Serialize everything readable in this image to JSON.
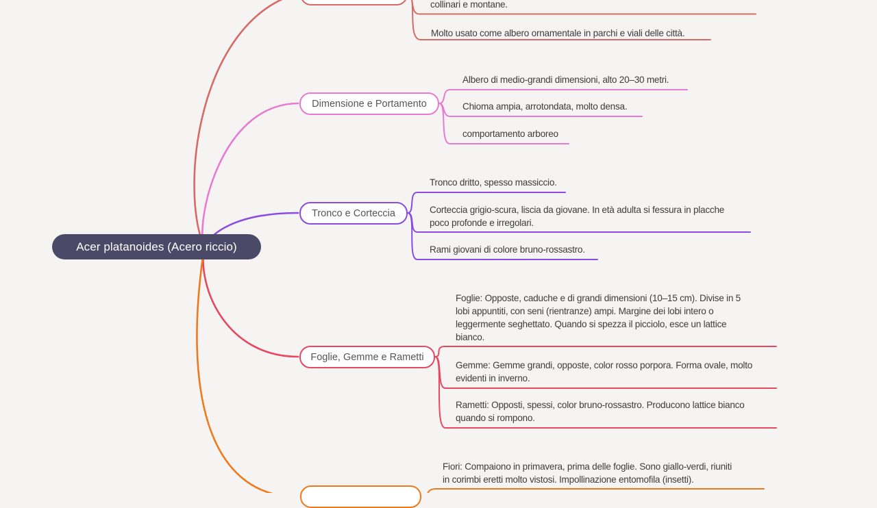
{
  "theme": {
    "background": "#f5f4f3",
    "node_fill": "#ffffff",
    "node_label_color": "#565656",
    "child_text_color": "#3d3d3d"
  },
  "root": {
    "label": "Acer platanoides (Acero riccio)",
    "bg": "#4a4a68",
    "text_color": "#ffffff"
  },
  "branches": [
    {
      "label": "",
      "color": "#d56a66",
      "children": [
        {
          "text": "collinari e montane."
        },
        {
          "text": "Molto usato come albero ornamentale in parchi e viali delle città."
        }
      ]
    },
    {
      "label": "Dimensione e Portamento",
      "color": "#e87ad1",
      "children": [
        {
          "text": "Albero di medio-grandi dimensioni, alto 20–30 metri."
        },
        {
          "text": "Chioma ampia, arrotondata, molto densa."
        },
        {
          "text": "comportamento arboreo"
        }
      ]
    },
    {
      "label": "Tronco e Corteccia",
      "color": "#8a4be0",
      "children": [
        {
          "text": "Tronco dritto, spesso massiccio."
        },
        {
          "text": "Corteccia grigio-scura, liscia da giovane. In età adulta si fessura in placche\npoco profonde e irregolari."
        },
        {
          "text": "Rami giovani di colore bruno-rossastro."
        }
      ]
    },
    {
      "label": "Foglie, Gemme e Rametti",
      "color": "#e5485f",
      "children": [
        {
          "text": "Foglie: Opposte, caduche e di grandi dimensioni (10–15 cm). Divise in 5\nlobi appuntiti, con seni (rientranze) ampi. Margine dei lobi intero o\nleggermente seghettato. Quando si spezza il picciolo, esce un lattice\nbianco."
        },
        {
          "text": "Gemme: Gemme grandi, opposte, color rosso porpora. Forma ovale, molto\nevidenti in inverno."
        },
        {
          "text": "Rametti: Opposti, spessi, color bruno-rossastro. Producono lattice bianco\nquando si rompono."
        }
      ]
    },
    {
      "label": "",
      "color": "#ee7a1c",
      "children": [
        {
          "text": "Fiori: Compaiono in primavera, prima delle foglie. Sono giallo-verdi, riuniti\nin corimbi eretti molto vistosi. Impollinazione entomofila (insetti)."
        }
      ]
    }
  ]
}
